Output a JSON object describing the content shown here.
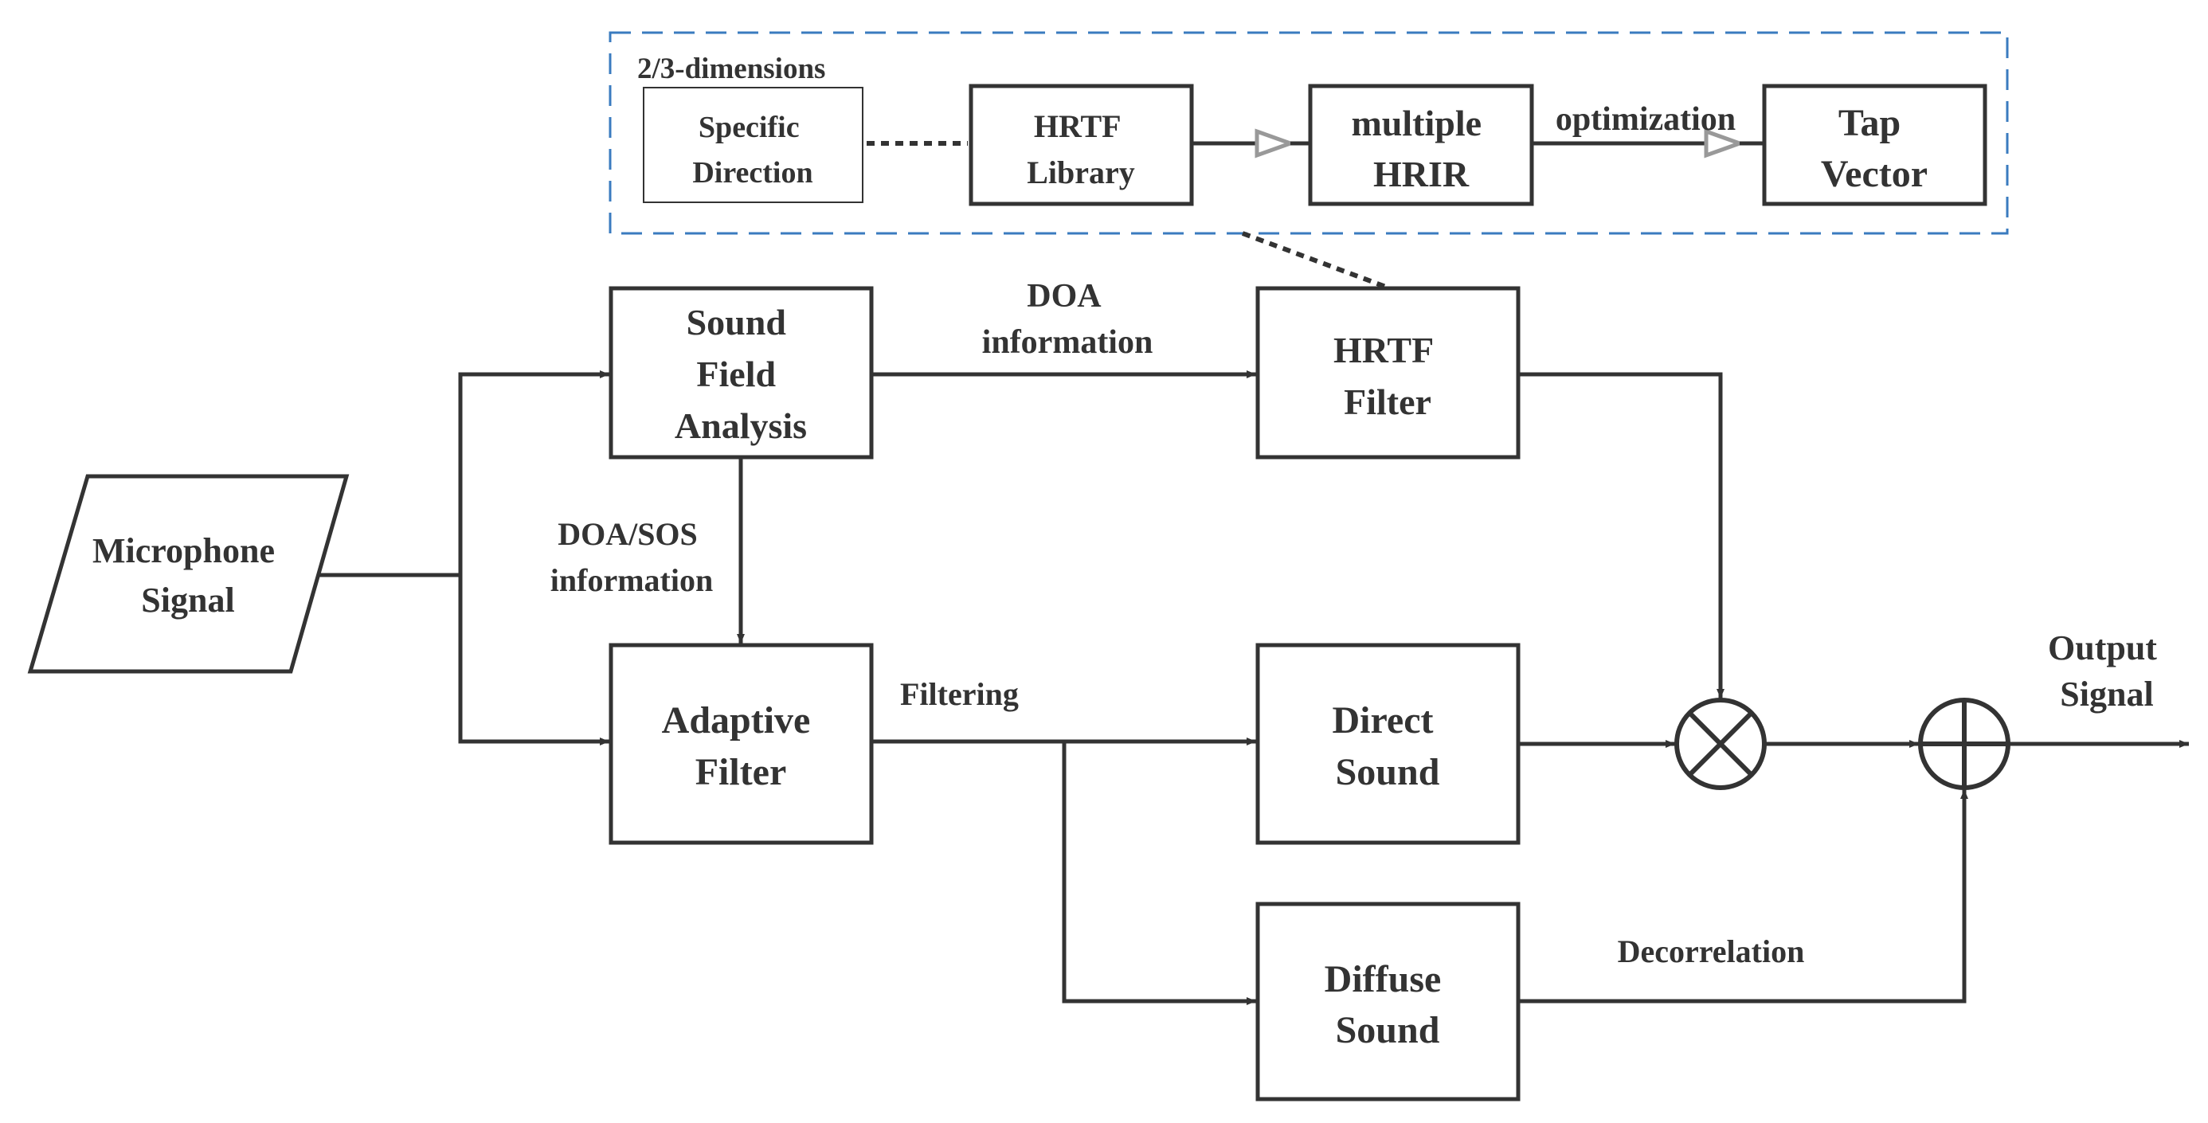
{
  "group": {
    "label": "2/3-dimensions"
  },
  "blocks": {
    "specific_direction": [
      "Specific",
      "Direction"
    ],
    "hrtf_library": [
      "HRTF",
      "Library"
    ],
    "multiple_hrir": [
      "multiple",
      "HRIR"
    ],
    "tap_vector": [
      "Tap",
      "Vector"
    ],
    "microphone_signal": [
      "Microphone",
      "Signal"
    ],
    "sound_field_analysis": [
      "Sound",
      "Field",
      "Analysis"
    ],
    "hrtf_filter": [
      "HRTF",
      "Filter"
    ],
    "adaptive_filter": [
      "Adaptive",
      "Filter"
    ],
    "direct_sound": [
      "Direct",
      "Sound"
    ],
    "diffuse_sound": [
      "Diffuse",
      "Sound"
    ]
  },
  "edge_labels": {
    "optimization": "optimization",
    "doa_info": [
      "DOA",
      "information"
    ],
    "doa_sos_info": [
      "DOA/SOS",
      "information"
    ],
    "filtering": "Filtering",
    "decorrelation": "Decorrelation",
    "output_signal": [
      "Output",
      "Signal"
    ]
  },
  "colors": {
    "stroke": "#333333",
    "group_border": "#3a7bbf",
    "hollow_arrow": "#999999",
    "background": "#ffffff"
  }
}
